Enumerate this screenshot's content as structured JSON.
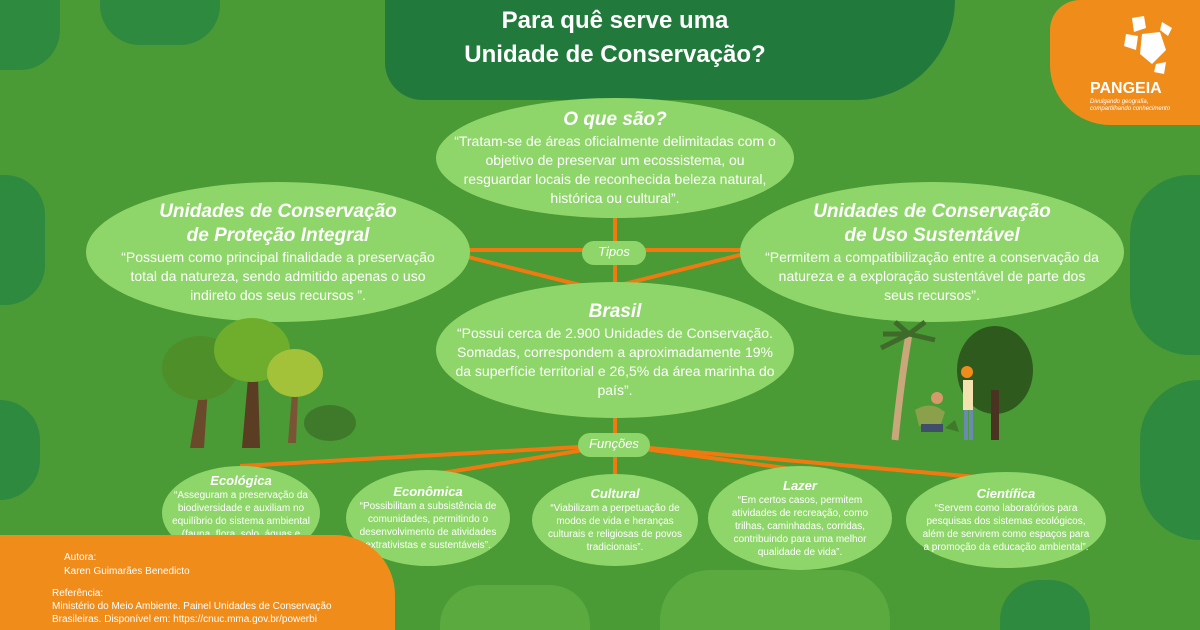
{
  "title": {
    "line1": "Para quê serve uma",
    "line2": "Unidade de Conservação?"
  },
  "logo": {
    "name": "PANGEIA",
    "tagline": "Divulgando geografia, compartilhando conhecimento"
  },
  "center": {
    "title": "O que são?",
    "text": "“Tratam-se de áreas oficialmente delimitadas com o objetivo de preservar um ecossistema, ou resguardar locais de reconhecida beleza natural, histórica ou cultural”."
  },
  "tipos_label": "Tipos",
  "funcoes_label": "Funções",
  "left_type": {
    "title1": "Unidades de Conservação",
    "title2": "de Proteção Integral",
    "text": "“Possuem como principal finalidade a preservação total da natureza, sendo admitido apenas o uso indireto dos seus recursos ”."
  },
  "right_type": {
    "title1": "Unidades de Conservação",
    "title2": "de Uso Sustentável",
    "text": "“Permitem a compatibilização entre a conservação da natureza e a exploração sustentável de parte dos seus recursos”."
  },
  "brasil": {
    "title": "Brasil",
    "text": "“Possui cerca de 2.900 Unidades de Conservação. Somadas, correspondem a aproximadamente 19% da superfície territorial e 26,5% da área marinha do país”."
  },
  "funcoes": [
    {
      "title": "Ecológica",
      "text": "“Asseguram a preservação da biodiversidade e auxiliam no equilíbrio do sistema ambiental (fauna, flora, solo, águas e clima)”"
    },
    {
      "title": "Econômica",
      "text": "“Possibilitam a subsistência de comunidades, permitindo o desenvolvimento de atividades extrativistas e sustentáveis”."
    },
    {
      "title": "Cultural",
      "text": "“Viabilizam a perpetuação de modos de vida e heranças culturais e religiosas de povos tradicionais”."
    },
    {
      "title": "Lazer",
      "text": "“Em certos casos, permitem atividades de recreação, como trilhas, caminhadas, corridas, contribuindo para uma melhor qualidade de vida”."
    },
    {
      "title": "Científica",
      "text": "“Servem como laboratórios para pesquisas dos sistemas ecológicos, além de servirem como espaços para a promoção da educação ambiental”."
    }
  ],
  "footer": {
    "author_label": "Autora:",
    "author": "Karen Guimarães Benedicto",
    "ref_label": "Referência:",
    "ref_line1": "Ministério do Meio Ambiente. Painel Unidades de Conservação",
    "ref_line2": "Brasileiras. Disponível em: https://cnuc.mma.gov.br/powerbi"
  },
  "colors": {
    "background": "#4a9a36",
    "ellipse": "#8fd66a",
    "line": "#f07a10",
    "accent": "#f08c1a"
  },
  "icons": [
    "trees-illustration",
    "planting-people-illustration",
    "pangeia-logo-icon"
  ]
}
